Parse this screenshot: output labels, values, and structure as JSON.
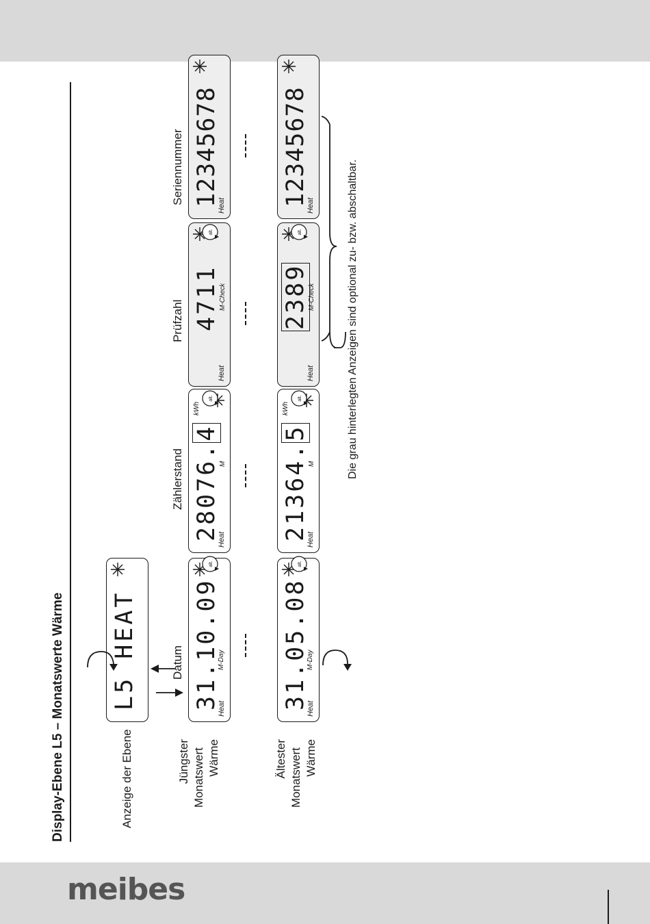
{
  "page": {
    "title": "Display-Ebene L5 – Monatswerte Wärme",
    "note": "Die grau hinterlegten Anzeigen sind optional zu- bzw. abschaltbar.",
    "logo": "meibes"
  },
  "labels": {
    "level_display": "Anzeige der Ebene",
    "latest": [
      "Jüngster",
      "Monatswert",
      "Wärme"
    ],
    "oldest": [
      "Ältester",
      "Monatswert",
      "Wärme"
    ],
    "col_date": "Datum",
    "col_meter": "Zählerstand",
    "col_check": "Prüfzahl",
    "col_serial": "Seriennummer",
    "alt_button": "alt."
  },
  "displays": {
    "level": {
      "text": "L5  HEAT"
    },
    "latest": {
      "date": {
        "value": "31.10.09",
        "tag": "M-Day",
        "unit": "Heat"
      },
      "meter": {
        "value_main": "28076.",
        "value_box": "4",
        "tag": "M",
        "kwh": "kWh",
        "unit": "Heat"
      },
      "check": {
        "value": "4711",
        "tag": "M-Check",
        "unit": "Heat"
      },
      "serial": {
        "value": "12345678",
        "unit": "Heat"
      }
    },
    "oldest": {
      "date": {
        "value": "31.05.08",
        "tag": "M-Day",
        "unit": "Heat"
      },
      "meter": {
        "value_main": "21364.",
        "value_box": "5",
        "tag": "M",
        "kwh": "kWh",
        "unit": "Heat"
      },
      "check": {
        "value": "2389",
        "tag": "M-Check",
        "unit": "Heat"
      },
      "serial": {
        "value": "12345678",
        "unit": "Heat"
      }
    }
  }
}
